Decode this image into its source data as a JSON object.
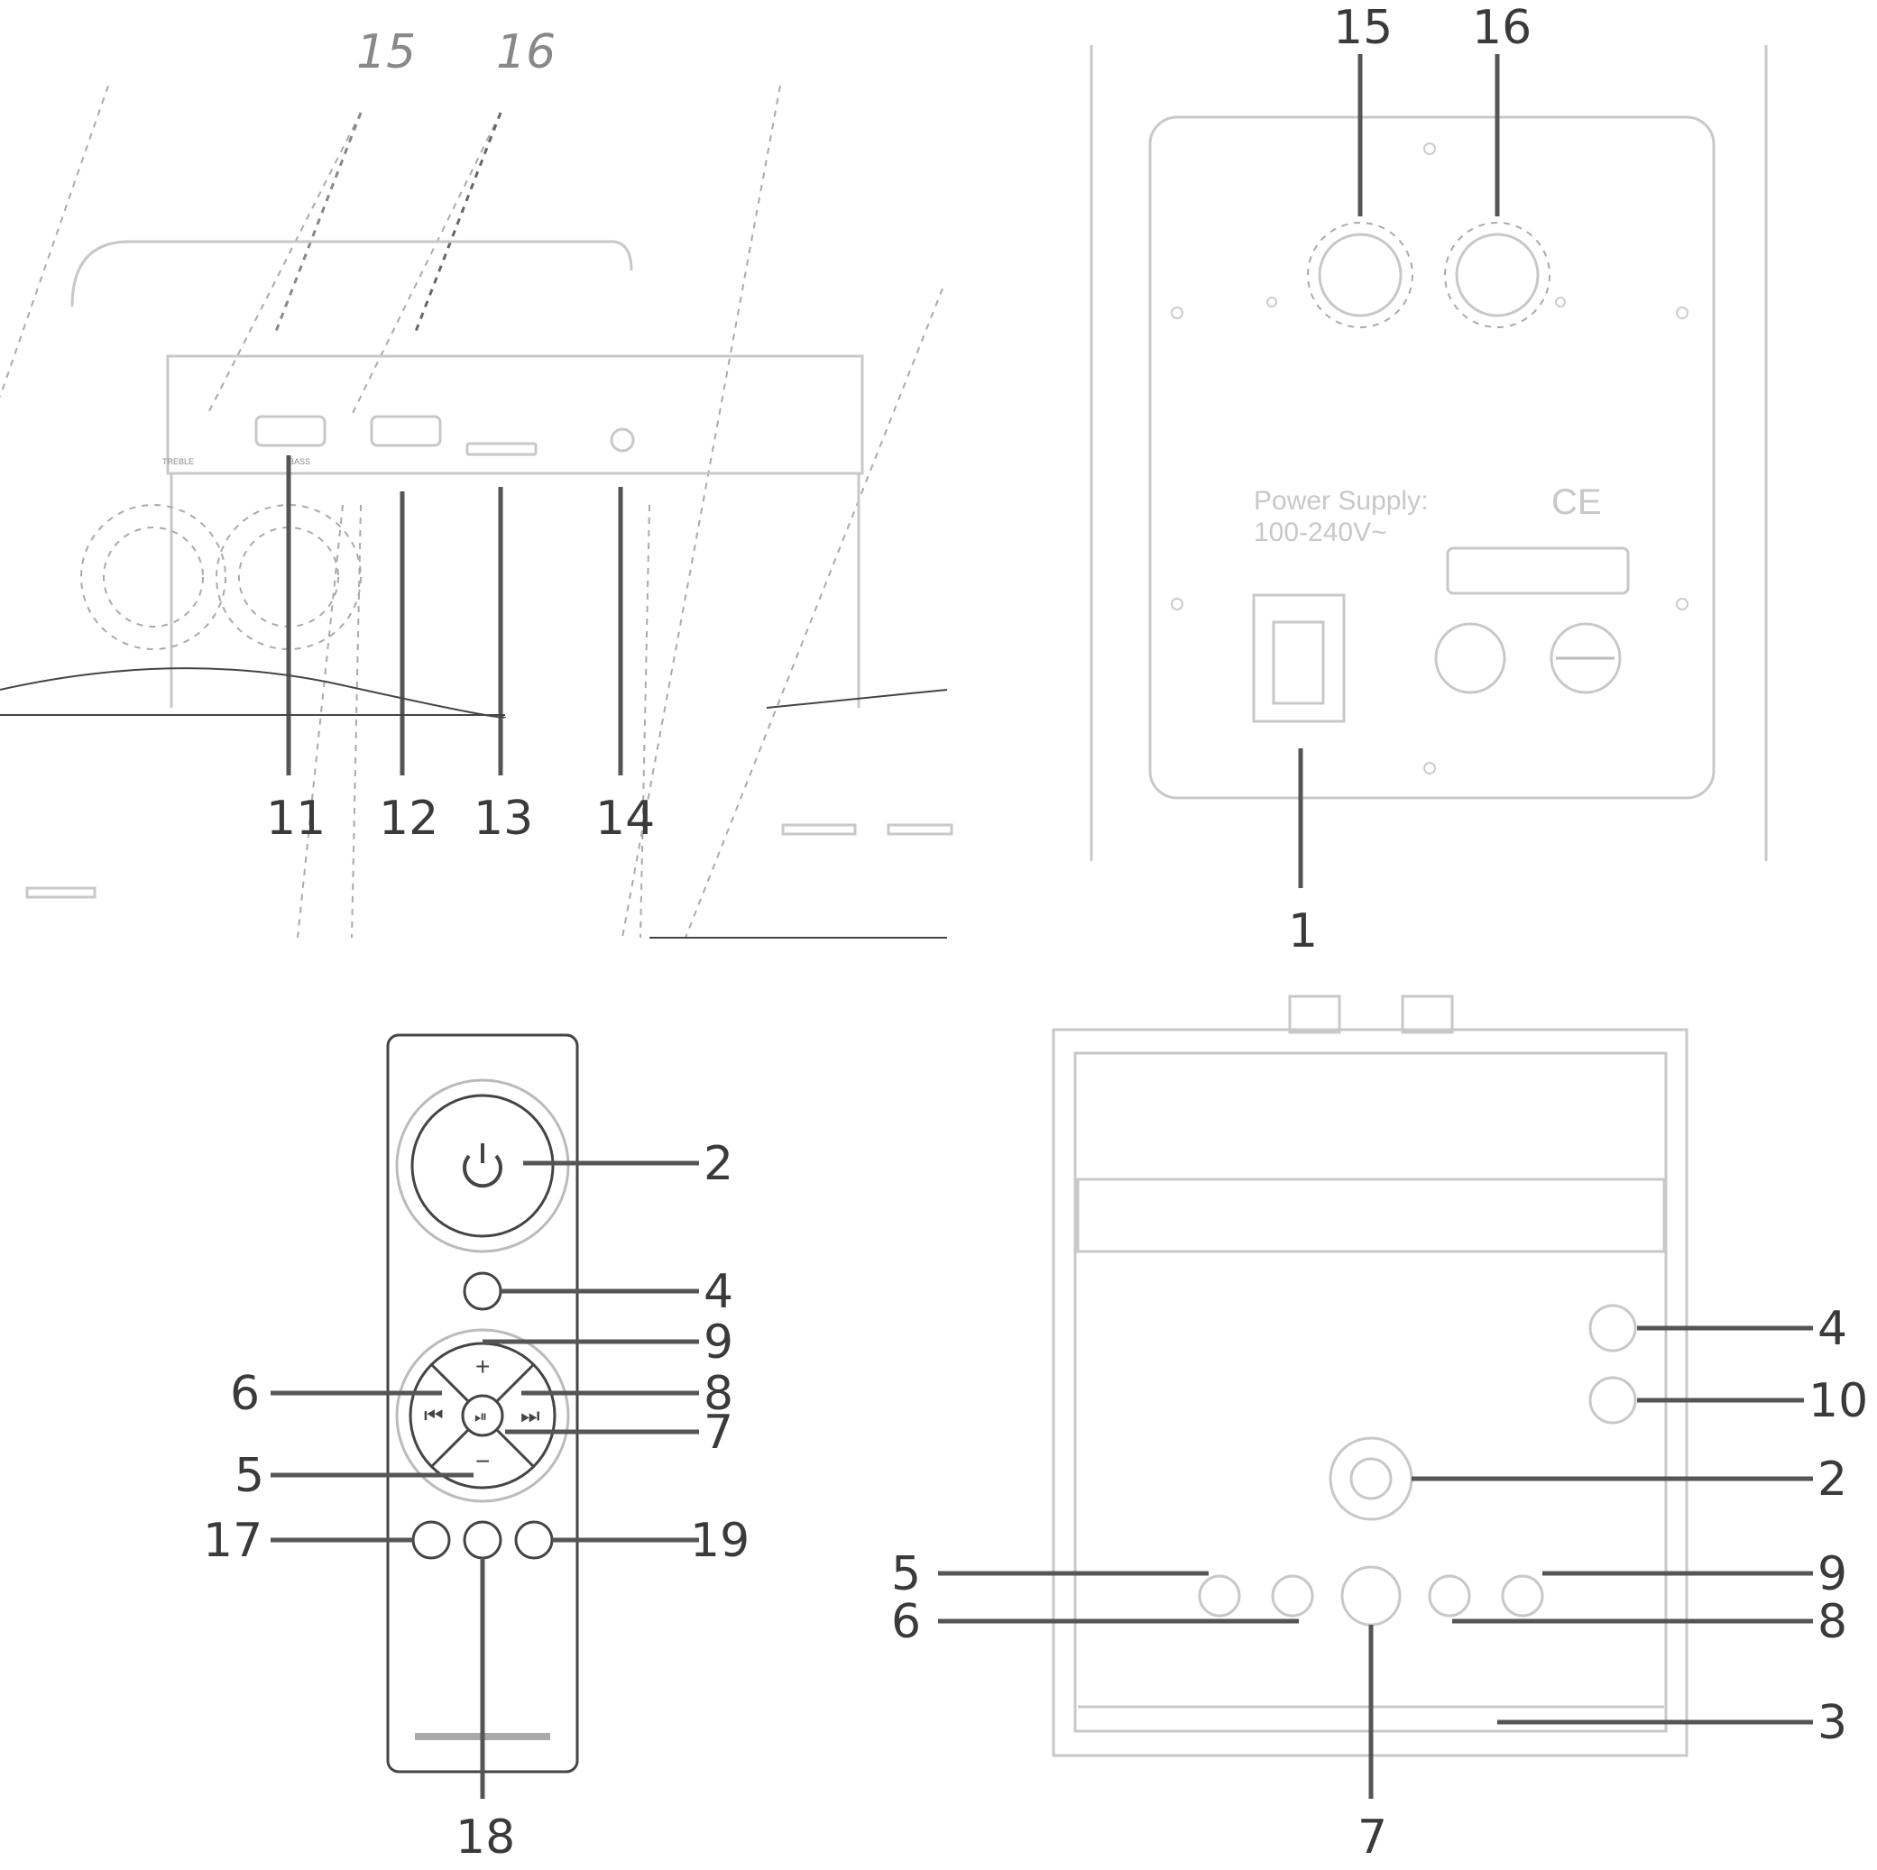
{
  "panel_top_left": {
    "callouts": [
      "15",
      "16",
      "11",
      "12",
      "13",
      "14"
    ],
    "labels": {
      "treble": "TREBLE",
      "bass": "BASS"
    }
  },
  "panel_top_right": {
    "callouts": [
      "15",
      "16",
      "1"
    ],
    "spec_line_1": "Power Supply:",
    "spec_line_2": "100-240V~",
    "cert_mark": "CE"
  },
  "panel_bottom_left": {
    "callouts_right": [
      "2",
      "4",
      "9",
      "8",
      "7",
      "19"
    ],
    "callouts_left": [
      "6",
      "5",
      "17"
    ],
    "callout_bottom": "18"
  },
  "panel_bottom_right": {
    "callouts_right": [
      "4",
      "10",
      "2",
      "9",
      "8",
      "3"
    ],
    "callouts_left": [
      "5",
      "6"
    ],
    "callout_bottom": "7"
  },
  "icons": [
    "power-icon",
    "plus-icon",
    "minus-icon",
    "play-pause-icon",
    "usb-icon",
    "plug-icon"
  ]
}
